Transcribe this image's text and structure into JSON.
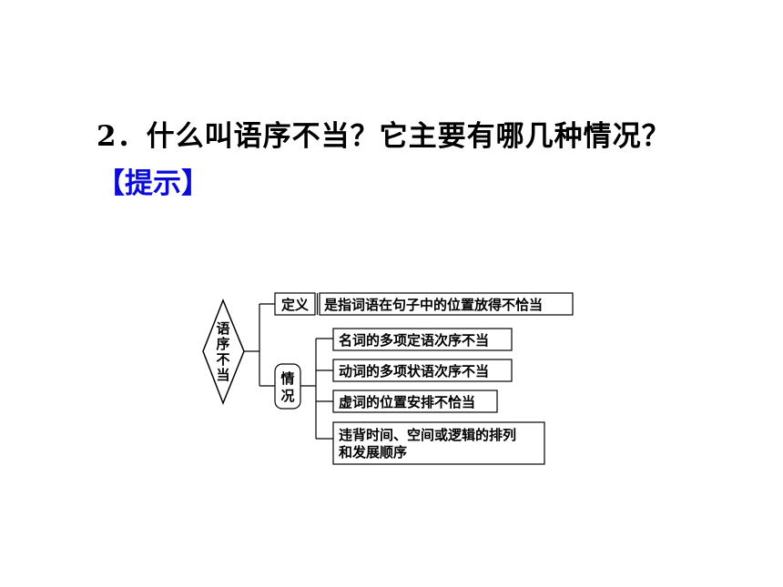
{
  "question": {
    "number": "2",
    "text": "．什么叫语序不当？它主要有哪几种情况？"
  },
  "hint_label": "【提示】",
  "diagram": {
    "root": "语序不当",
    "definition": {
      "label": "定义",
      "content": "是指词语在句子中的位置放得不恰当"
    },
    "situations": {
      "label": "情况",
      "items": [
        "名词的多项定语次序不当",
        "动词的多项状语次序不当",
        "虚词的位置安排不恰当",
        "违背时间、空间或逻辑的排列和发展顺序"
      ]
    }
  }
}
